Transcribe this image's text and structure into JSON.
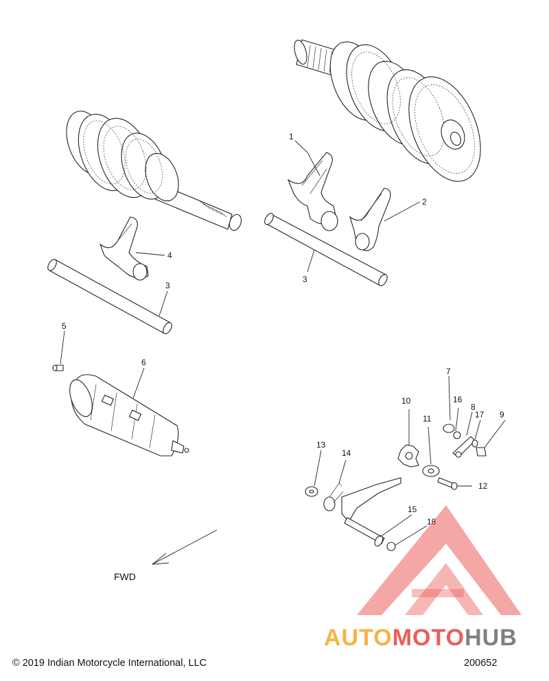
{
  "callouts": {
    "c1": "1",
    "c2": "2",
    "c3a": "3",
    "c3b": "3",
    "c4": "4",
    "c5": "5",
    "c6": "6",
    "c7": "7",
    "c8": "8",
    "c9": "9",
    "c10": "10",
    "c11": "11",
    "c12": "12",
    "c13": "13",
    "c14": "14",
    "c15": "15",
    "c16": "16",
    "c17": "17",
    "c18": "18"
  },
  "direction_label": "FWD",
  "copyright": "© 2019 Indian Motorcycle International, LLC",
  "diagram_number": "200652",
  "watermark": {
    "text_part1": "AUTO",
    "text_part2": "MOTO",
    "text_part3": "HUB",
    "colors": {
      "orange": "#f5a623",
      "red": "#e8413c",
      "gray": "#6b6b6b"
    }
  }
}
